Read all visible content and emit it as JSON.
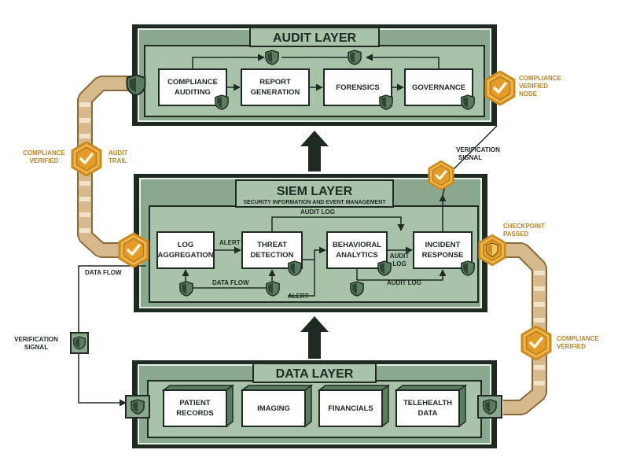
{
  "colors": {
    "frame_dark": "#1f2a22",
    "panel_green": "#8aa88e",
    "panel_inner": "#a9c2aa",
    "shield_green": "#5b7d5f",
    "gold": "#e6a83a",
    "gold_text": "#b8862a",
    "trail": "#d7b98e"
  },
  "audit_layer": {
    "title": "AUDIT LAYER",
    "boxes": [
      {
        "line1": "COMPLIANCE",
        "line2": "AUDITING"
      },
      {
        "line1": "REPORT",
        "line2": "GENERATION"
      },
      {
        "line1": "FORENSICS",
        "line2": ""
      },
      {
        "line1": "GOVERNANCE",
        "line2": ""
      }
    ]
  },
  "siem_layer": {
    "title": "SIEM LAYER",
    "subtitle": "SECURITY INFORMATION AND EVENT MANAGEMENT",
    "boxes": [
      {
        "line1": "LOG",
        "line2": "AGGREGATION"
      },
      {
        "line1": "THREAT",
        "line2": "DETECTION"
      },
      {
        "line1": "BEHAVIORAL",
        "line2": "ANALYTICS"
      },
      {
        "line1": "INCIDENT",
        "line2": "RESPONSE"
      }
    ],
    "flow_labels": {
      "alert_top": "ALERT",
      "audit_log_top": "AUDIT LOG",
      "audit_log_side_1": "AUDIT",
      "audit_log_side_2": "LOG",
      "data_flow": "DATA FLOW",
      "alert_bottom": "ALERT",
      "audit_log_bottom": "AUDIT LOG"
    }
  },
  "data_layer": {
    "title": "DATA LAYER",
    "boxes": [
      {
        "line1": "PATIENT",
        "line2": "RECORDS"
      },
      {
        "line1": "IMAGING",
        "line2": ""
      },
      {
        "line1": "FINANCIALS",
        "line2": ""
      },
      {
        "line1": "TELEHEALTH",
        "line2": "DATA"
      }
    ]
  },
  "side_labels": {
    "data_flow": "DATA FLOW",
    "verification_left_1": "VERIFICATION",
    "verification_left_2": "SIGNAL",
    "verification_right_1": "VERIFICATION",
    "verification_right_2": "SIGNAL",
    "compliance_verified_left_1": "COMPLIANCE",
    "compliance_verified_left_2": "VERIFIED",
    "audit_trail_1": "AUDIT",
    "audit_trail_2": "TRAIL",
    "compliance_node_1": "COMPLIANCE",
    "compliance_node_2": "VERIFIED",
    "compliance_node_3": "NODE",
    "checkpoint_1": "CHECKPOINT",
    "checkpoint_2": "PASSED",
    "compliance_verified_right_1": "COMPLIANCE",
    "compliance_verified_right_2": "VERIFIED"
  }
}
